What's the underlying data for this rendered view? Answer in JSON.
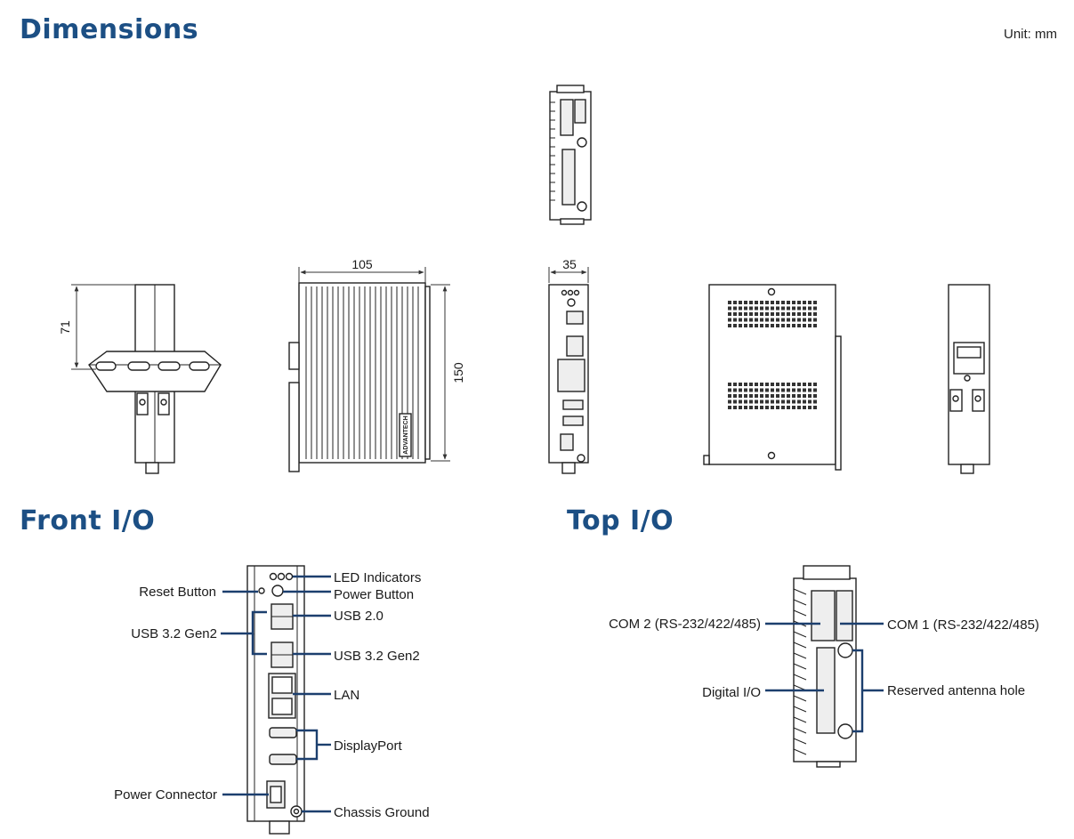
{
  "headings": {
    "dimensions": "Dimensions",
    "front_io": "Front I/O",
    "top_io": "Top I/O"
  },
  "unit_note": "Unit: mm",
  "dimension_values": {
    "din_rail_height": "71",
    "depth": "105",
    "height": "150",
    "width": "35"
  },
  "side_logo_text": "ADVANTECH",
  "front_io_labels": {
    "led_indicators": "LED Indicators",
    "reset_button": "Reset Button",
    "power_button": "Power Button",
    "usb_2_0": "USB 2.0",
    "usb_3_2_gen2_left": "USB 3.2 Gen2",
    "usb_3_2_gen2_right": "USB 3.2 Gen2",
    "lan": "LAN",
    "displayport": "DisplayPort",
    "power_connector": "Power Connector",
    "chassis_ground": "Chassis Ground"
  },
  "top_io_labels": {
    "com2": "COM 2 (RS-232/422/485)",
    "com1": "COM 1 (RS-232/422/485)",
    "digital_io": "Digital I/O",
    "reserved_antenna_hole": "Reserved antenna hole"
  },
  "colors": {
    "heading": "#1c4f84",
    "callout_line": "#1c3f6e",
    "drawing_line": "#222222"
  }
}
